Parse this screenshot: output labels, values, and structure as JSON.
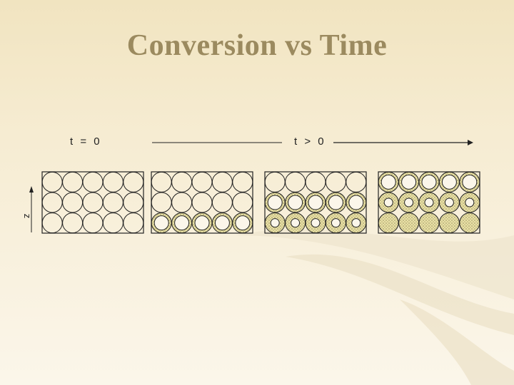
{
  "title": "Conversion vs Time",
  "labels": {
    "t_zero": "t = 0",
    "t_positive": "t > 0",
    "axis": "z"
  },
  "colors": {
    "title": "#9b8a5f",
    "stroke": "#222222",
    "fill_dots": "#d8cf84"
  },
  "panels": [
    {
      "converted_rows": 0,
      "description_rows": 3
    },
    {
      "converted_rows": 1,
      "description_rows": 3
    },
    {
      "converted_rows": 2,
      "description_rows": 3
    },
    {
      "converted_rows": 3,
      "description_rows": 3
    }
  ]
}
